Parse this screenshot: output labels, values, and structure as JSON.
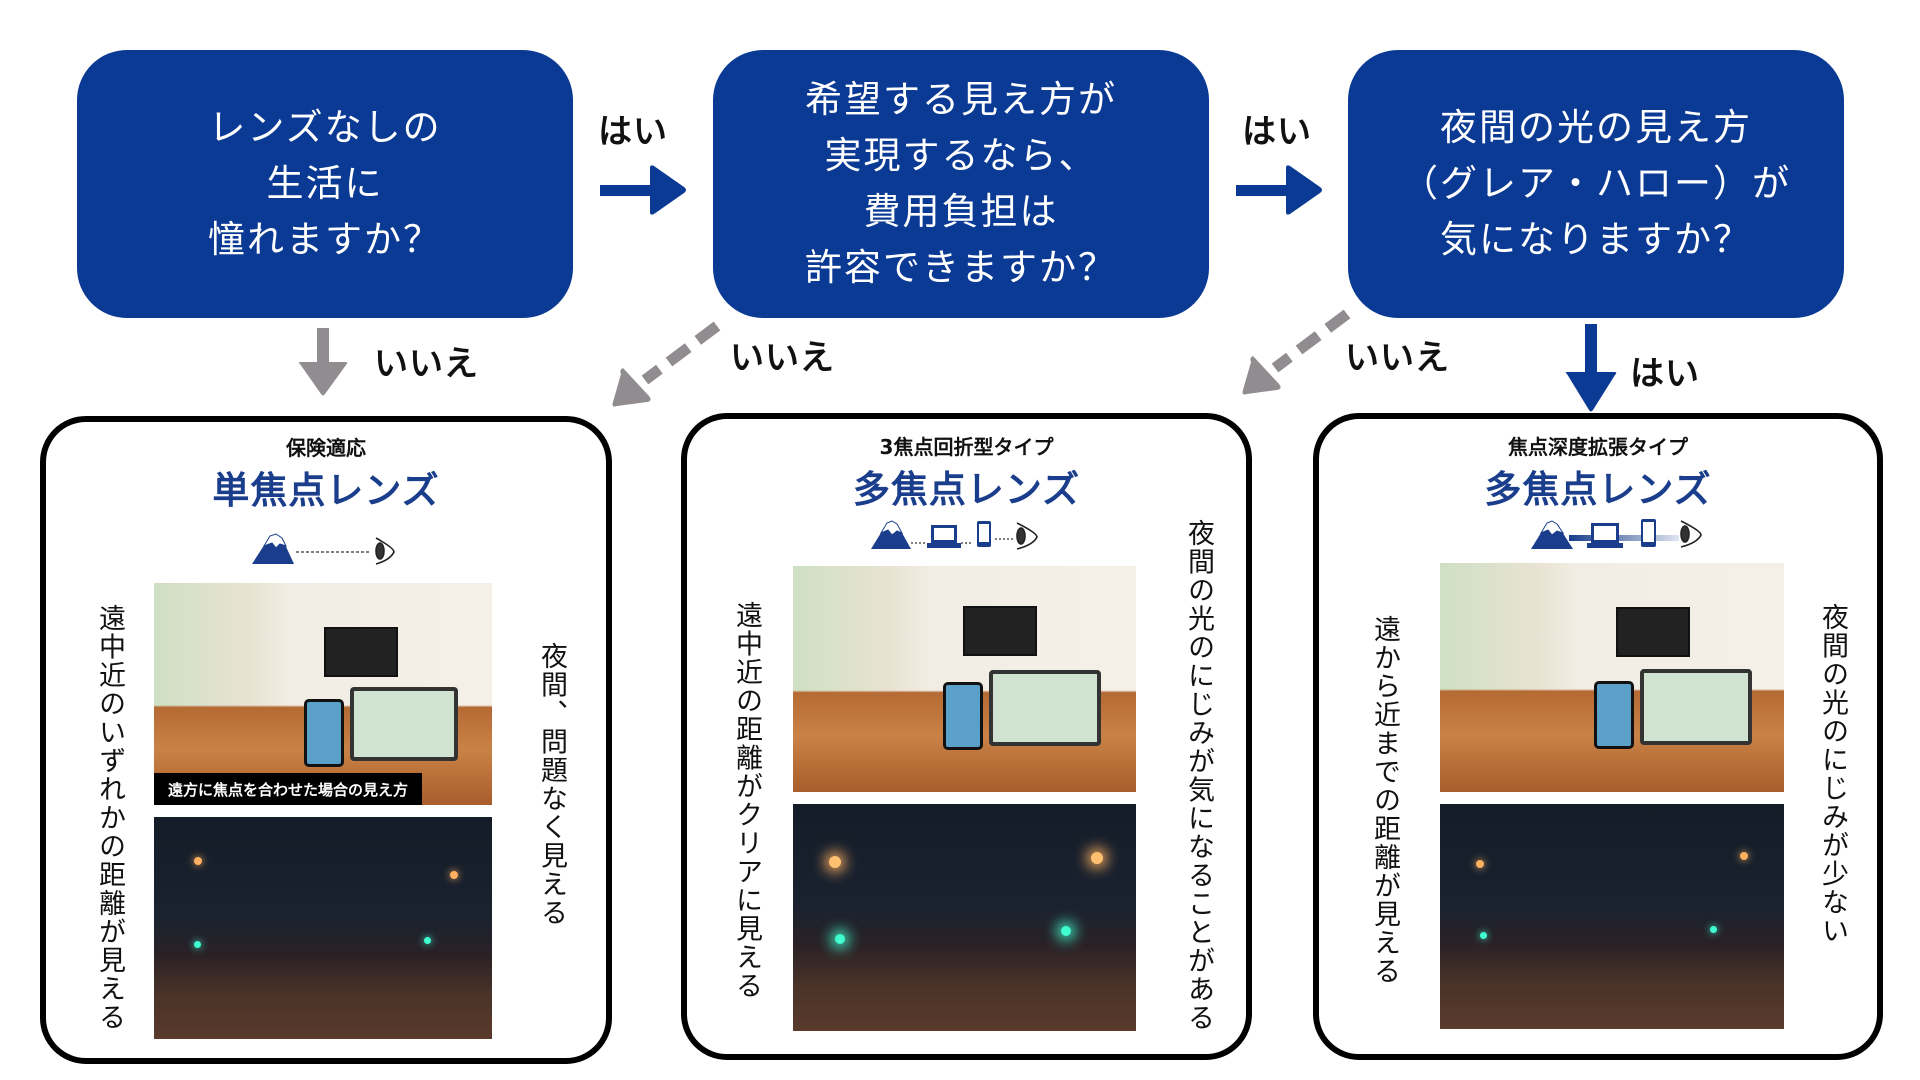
{
  "colors": {
    "question_box": "#0b3a94",
    "title_blue": "#1a3e8c",
    "yes_arrow": "#0b3a94",
    "no_arrow": "#918c90",
    "card_border": "#000000"
  },
  "questions": [
    {
      "lines": [
        "レンズなしの",
        "生活に",
        "憧れますか？"
      ]
    },
    {
      "lines": [
        "希望する見え方が",
        "実現するなら、",
        "費用負担は",
        "許容できますか？"
      ]
    },
    {
      "lines": [
        "夜間の光の見え方",
        "（グレア・ハロー）が",
        "気になりますか？"
      ]
    }
  ],
  "labels": {
    "yes_1": "はい",
    "yes_2": "はい",
    "yes_3": "はい",
    "no_1": "いいえ",
    "no_2": "いいえ",
    "no_3": "いいえ"
  },
  "cards": [
    {
      "subtitle": "保険適応",
      "title": "単焦点レンズ",
      "icons": [
        "mountain-icon",
        "eye-icon"
      ],
      "left_text": "遠中近のいずれかの距離が見える",
      "right_text": "夜間、問題なく見える",
      "photo_caption": "遠方に焦点を合わせた場合の見え方"
    },
    {
      "subtitle": "3焦点回折型タイプ",
      "title": "多焦点レンズ",
      "icons": [
        "mountain-icon",
        "laptop-icon",
        "phone-icon",
        "eye-icon"
      ],
      "left_text": "遠中近の距離がクリアに見える",
      "right_text": "夜間の光のにじみが気になることがある"
    },
    {
      "subtitle": "焦点深度拡張タイプ",
      "title": "多焦点レンズ",
      "icons": [
        "mountain-icon",
        "laptop-icon",
        "phone-icon",
        "eye-icon"
      ],
      "left_text": "遠から近までの距離が見える",
      "right_text": "夜間の光のにじみが少ない"
    }
  ]
}
